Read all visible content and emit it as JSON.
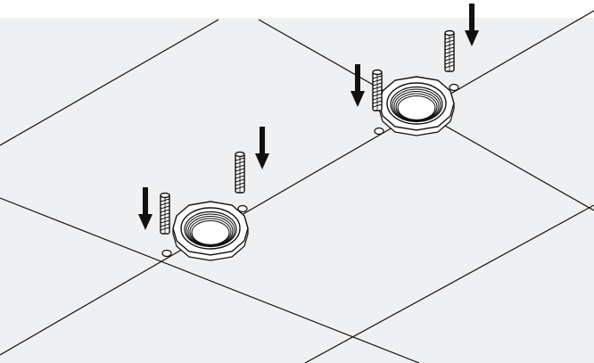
{
  "figure": {
    "description_visible_text": "",
    "colors": {
      "floor": "#eff0f1",
      "background": "#ffffff",
      "line": "#111111",
      "arrow": "#111111",
      "part_fill": "#ffffff"
    },
    "components": [
      {
        "id": "flange-left",
        "icon": "threaded-flange-icon"
      },
      {
        "id": "flange-right",
        "icon": "threaded-flange-icon"
      },
      {
        "id": "anchor-1",
        "icon": "wall-plug-anchor-icon"
      },
      {
        "id": "anchor-2",
        "icon": "wall-plug-anchor-icon"
      },
      {
        "id": "anchor-3",
        "icon": "wall-plug-anchor-icon"
      },
      {
        "id": "anchor-4",
        "icon": "wall-plug-anchor-icon"
      },
      {
        "id": "arrow-1",
        "icon": "down-arrow-icon"
      },
      {
        "id": "arrow-2",
        "icon": "down-arrow-icon"
      },
      {
        "id": "arrow-3",
        "icon": "down-arrow-icon"
      },
      {
        "id": "arrow-4",
        "icon": "down-arrow-icon"
      }
    ]
  }
}
